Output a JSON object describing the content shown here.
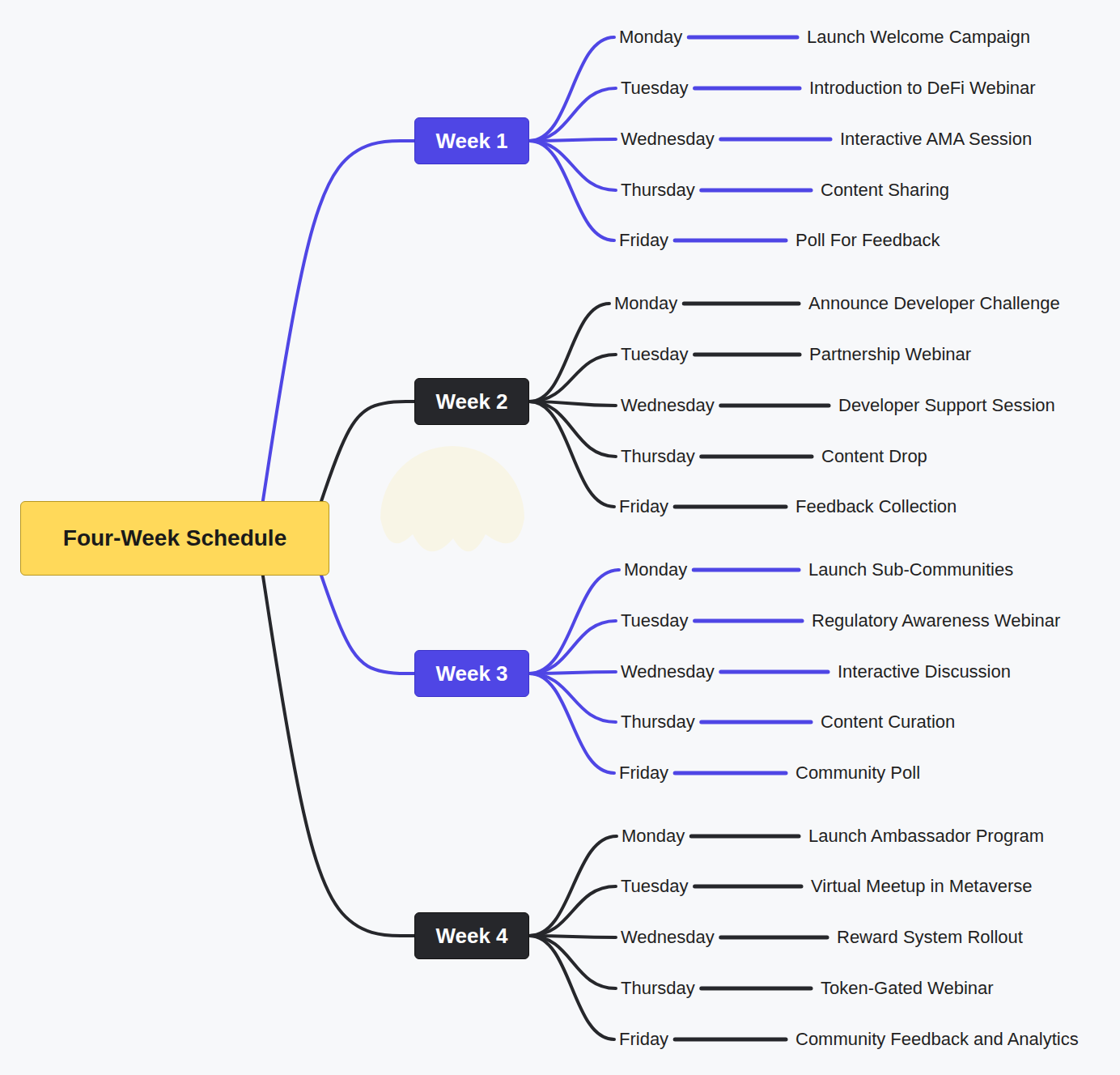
{
  "diagram": {
    "nodes": [
      {
        "text": [
          "Four-Week Schedule"
        ]
      },
      {
        "text": [
          "Week 1"
        ],
        "in": 0
      },
      {
        "text": [
          "Monday"
        ]
      },
      {
        "text": [
          "Launch Welcome Campaign"
        ]
      },
      {
        "text": [
          "Tuesday"
        ]
      },
      {
        "text": [
          "Introduction to DeFi Webinar"
        ]
      },
      {
        "text": [
          "Wednesday"
        ]
      },
      {
        "text": [
          "Interactive AMA Session"
        ]
      },
      {
        "text": [
          "Thursday"
        ]
      },
      {
        "text": [
          "Content Sharing"
        ]
      },
      {
        "text": [
          "Friday"
        ]
      },
      {
        "text": [
          "Poll For Feedback"
        ]
      },
      {
        "text": [
          "Week 2"
        ]
      },
      {
        "text": [
          "Monday"
        ]
      },
      {
        "text": [
          "Announce Developer Challenge"
        ]
      },
      {
        "text": [
          "Tuesday"
        ]
      },
      {
        "text": [
          "Partnership Webinar"
        ]
      },
      {
        "text": [
          "Wednesday"
        ]
      },
      {
        "text": [
          "Developer Support Session"
        ]
      },
      {
        "text": [
          "Thursday"
        ]
      },
      {
        "text": [
          "Content Drop"
        ]
      },
      {
        "text": [
          "Friday"
        ]
      },
      {
        "text": [
          "Feedback Collection"
        ]
      },
      {
        "text": [
          "Week 3"
        ]
      },
      {
        "text": [
          "Monday"
        ]
      },
      {
        "text": [
          "Launch Sub-Communities"
        ]
      },
      {
        "text": [
          "Tuesday"
        ]
      },
      {
        "text": [
          "Regulatory Awareness Webinar"
        ]
      },
      {
        "text": [
          "Wednesday"
        ]
      },
      {
        "text": [
          "Interactive Discussion"
        ]
      },
      {
        "text": [
          "Thursday"
        ]
      },
      {
        "text": [
          "Content Curation"
        ]
      },
      {
        "text": [
          "Friday"
        ]
      },
      {
        "text": [
          "Community Poll"
        ]
      },
      {
        "text": [
          "Week 4"
        ]
      },
      {
        "text": [
          "Monday"
        ]
      },
      {
        "text": [
          "Launch Ambassador Program"
        ]
      },
      {
        "text": [
          "Tuesday"
        ]
      },
      {
        "text": [
          "Virtual Meetup in Metaverse"
        ]
      },
      {
        "text": [
          "Wednesday"
        ]
      },
      {
        "text": [
          "Reward System Rollout"
        ]
      },
      {
        "text": [
          "Thursday"
        ]
      },
      {
        "text": [
          "Token-Gated Webinar"
        ]
      },
      {
        "text": [
          "Friday"
        ]
      },
      {
        "text": [
          "Community Feedback and Analytics"
        ]
      }
    ],
    "edges": [
      {
        "from": 0,
        "to": 1,
        "arrow": "none"
      },
      {
        "from": 1,
        "to": 2,
        "arrow": "none"
      },
      {
        "from": 2,
        "to": 3,
        "arrow": "none"
      },
      {
        "from": 1,
        "to": 4,
        "arrow": "none"
      },
      {
        "from": 4,
        "to": 5,
        "arrow": "none"
      },
      {
        "from": 1,
        "to": 6,
        "arrow": "none"
      },
      {
        "from": 6,
        "to": 7,
        "arrow": "none"
      },
      {
        "from": 1,
        "to": 8,
        "arrow": "none"
      },
      {
        "from": 8,
        "to": 9,
        "arrow": "none"
      },
      {
        "from": 1,
        "to": 10,
        "arrow": "none"
      },
      {
        "from": 10,
        "to": 11,
        "arrow": "none"
      },
      {
        "from": 0,
        "to": 12,
        "arrow": "none"
      },
      {
        "from": 12,
        "to": 13,
        "arrow": "none"
      },
      {
        "from": 13,
        "to": 14,
        "arrow": "none"
      },
      {
        "from": 12,
        "to": 15,
        "arrow": "none"
      },
      {
        "from": 15,
        "to": 16,
        "arrow": "none"
      },
      {
        "from": 12,
        "to": 17,
        "arrow": "none"
      },
      {
        "from": 17,
        "to": 18,
        "arrow": "none"
      },
      {
        "from": 12,
        "to": 19,
        "arrow": "none"
      },
      {
        "from": 19,
        "to": 20,
        "arrow": "none"
      },
      {
        "from": 12,
        "to": 21,
        "arrow": "none"
      },
      {
        "from": 21,
        "to": 22,
        "arrow": "none"
      },
      {
        "from": 0,
        "to": 23,
        "arrow": "none"
      },
      {
        "from": 23,
        "to": 24,
        "arrow": "none"
      },
      {
        "from": 24,
        "to": 25,
        "arrow": "none"
      },
      {
        "from": 23,
        "to": 26,
        "arrow": "none"
      },
      {
        "from": 26,
        "to": 27,
        "arrow": "none"
      },
      {
        "from": 23,
        "to": 28,
        "arrow": "none"
      },
      {
        "from": 28,
        "to": 29,
        "arrow": "none"
      },
      {
        "from": 23,
        "to": 30,
        "arrow": "none"
      },
      {
        "from": 30,
        "to": 31,
        "arrow": "none"
      },
      {
        "from": 23,
        "to": 32,
        "arrow": "none"
      },
      {
        "from": 32,
        "to": 33,
        "arrow": "none"
      },
      {
        "from": 0,
        "to": 34,
        "arrow": "none"
      },
      {
        "from": 34,
        "to": 35,
        "arrow": "none"
      },
      {
        "from": 35,
        "to": 36,
        "arrow": "none"
      },
      {
        "from": 34,
        "to": 37,
        "arrow": "none"
      },
      {
        "from": 37,
        "to": 38,
        "arrow": "none"
      },
      {
        "from": 34,
        "to": 39,
        "arrow": "none"
      },
      {
        "from": 39,
        "to": 40,
        "arrow": "none"
      },
      {
        "from": 34,
        "to": 41,
        "arrow": "none"
      },
      {
        "from": 41,
        "to": 42,
        "arrow": "none"
      },
      {
        "from": 34,
        "to": 43,
        "arrow": "none"
      },
      {
        "from": 43,
        "to": 44,
        "arrow": "none"
      }
    ]
  }
}
